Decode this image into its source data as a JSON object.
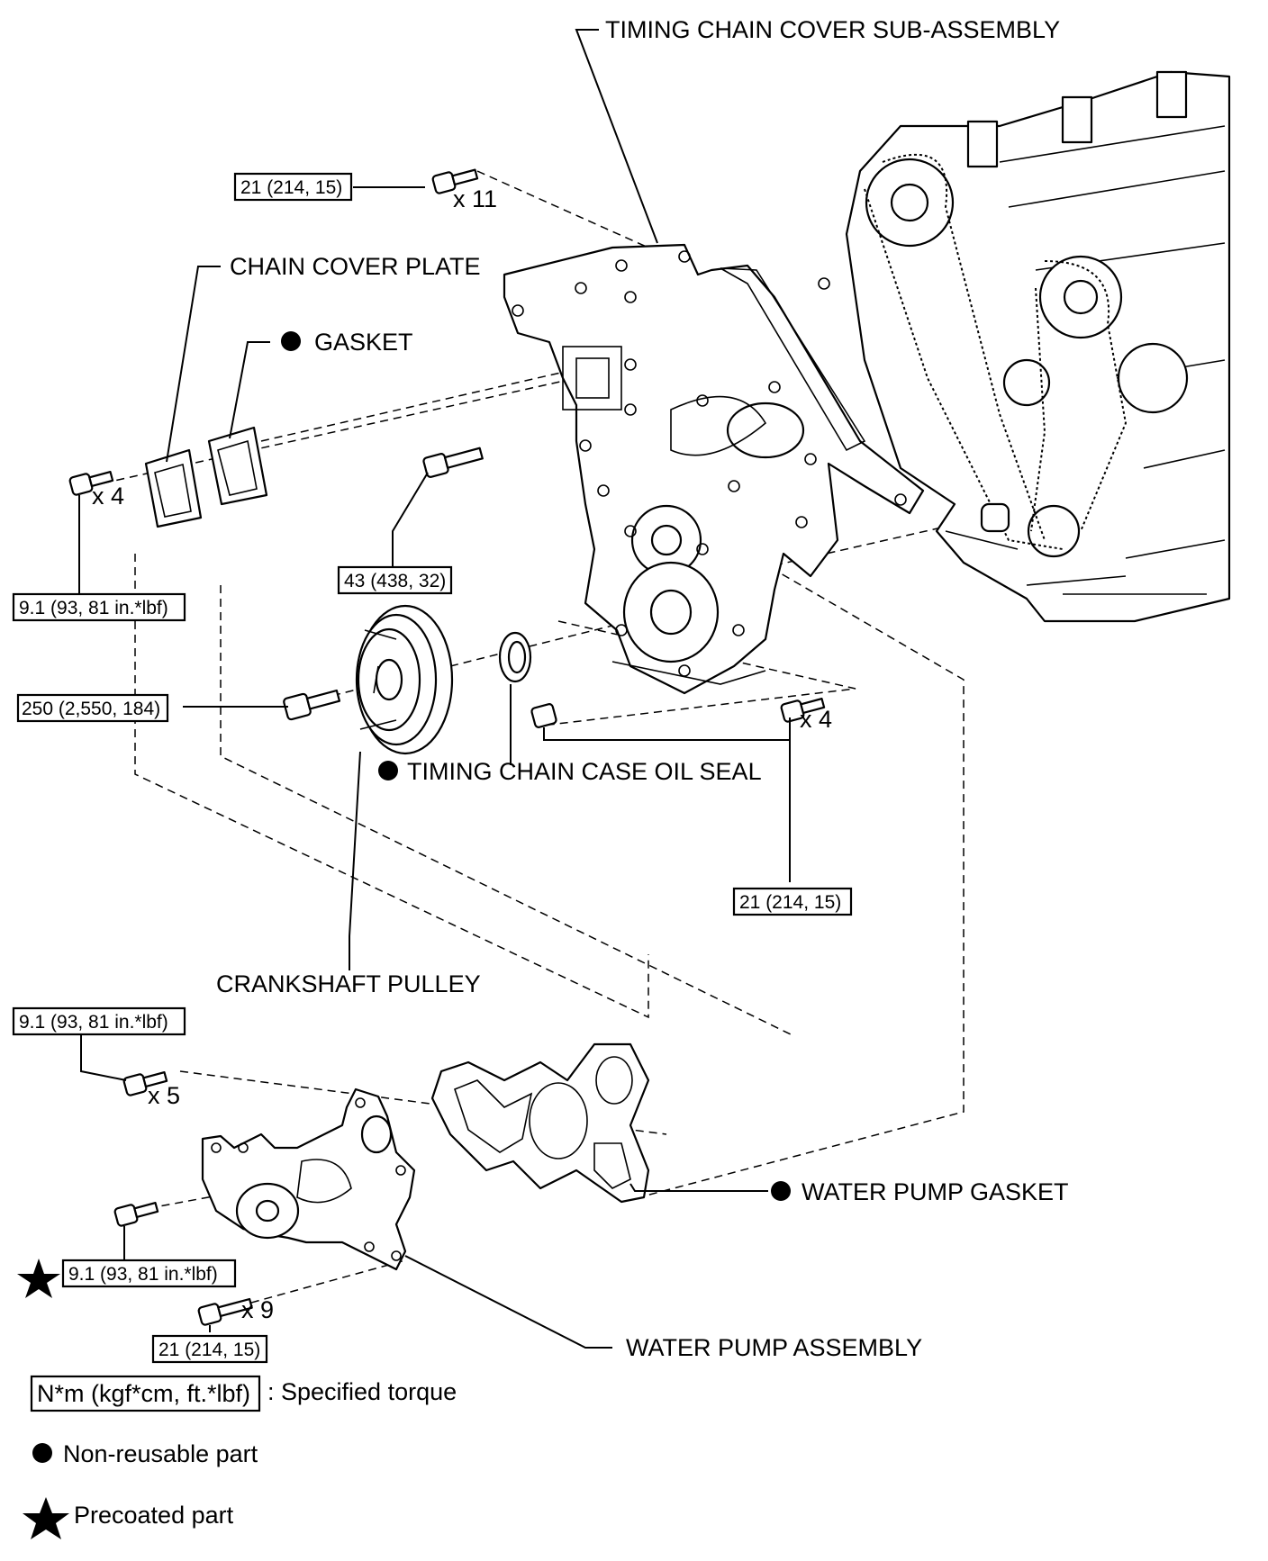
{
  "labels": {
    "timing_chain_cover": "TIMING CHAIN COVER SUB-ASSEMBLY",
    "chain_cover_plate": "CHAIN COVER PLATE",
    "gasket": "GASKET",
    "oil_seal": "TIMING CHAIN CASE OIL SEAL",
    "crankshaft_pulley": "CRANKSHAFT PULLEY",
    "water_pump_gasket": "WATER PUMP GASKET",
    "water_pump_assembly": "WATER PUMP ASSEMBLY"
  },
  "torques": {
    "cover_bolts": "21 (214, 15)",
    "plate_bolts": "9.1 (93, 81 in.*lbf)",
    "cover_center_bolt": "43 (438, 32)",
    "pulley_bolt": "250 (2,550, 184)",
    "lower_cover_bolts": "21 (214, 15)",
    "pump_bolts_upper": "9.1 (93, 81 in.*lbf)",
    "pump_bolt_precoated": "9.1 (93, 81 in.*lbf)",
    "pump_bolts_lower": "21 (214, 15)"
  },
  "quantities": {
    "cover_bolts": "x 11",
    "plate_bolts": "x 4",
    "lower_cover_bolts": "x 4",
    "pump_bolts_upper": "x 5",
    "pump_bolts_lower": "x 9"
  },
  "legend": {
    "torque_unit": "N*m (kgf*cm, ft.*lbf)",
    "torque_desc": ": Specified torque",
    "non_reusable": "Non-reusable part",
    "precoated": "Precoated part"
  }
}
